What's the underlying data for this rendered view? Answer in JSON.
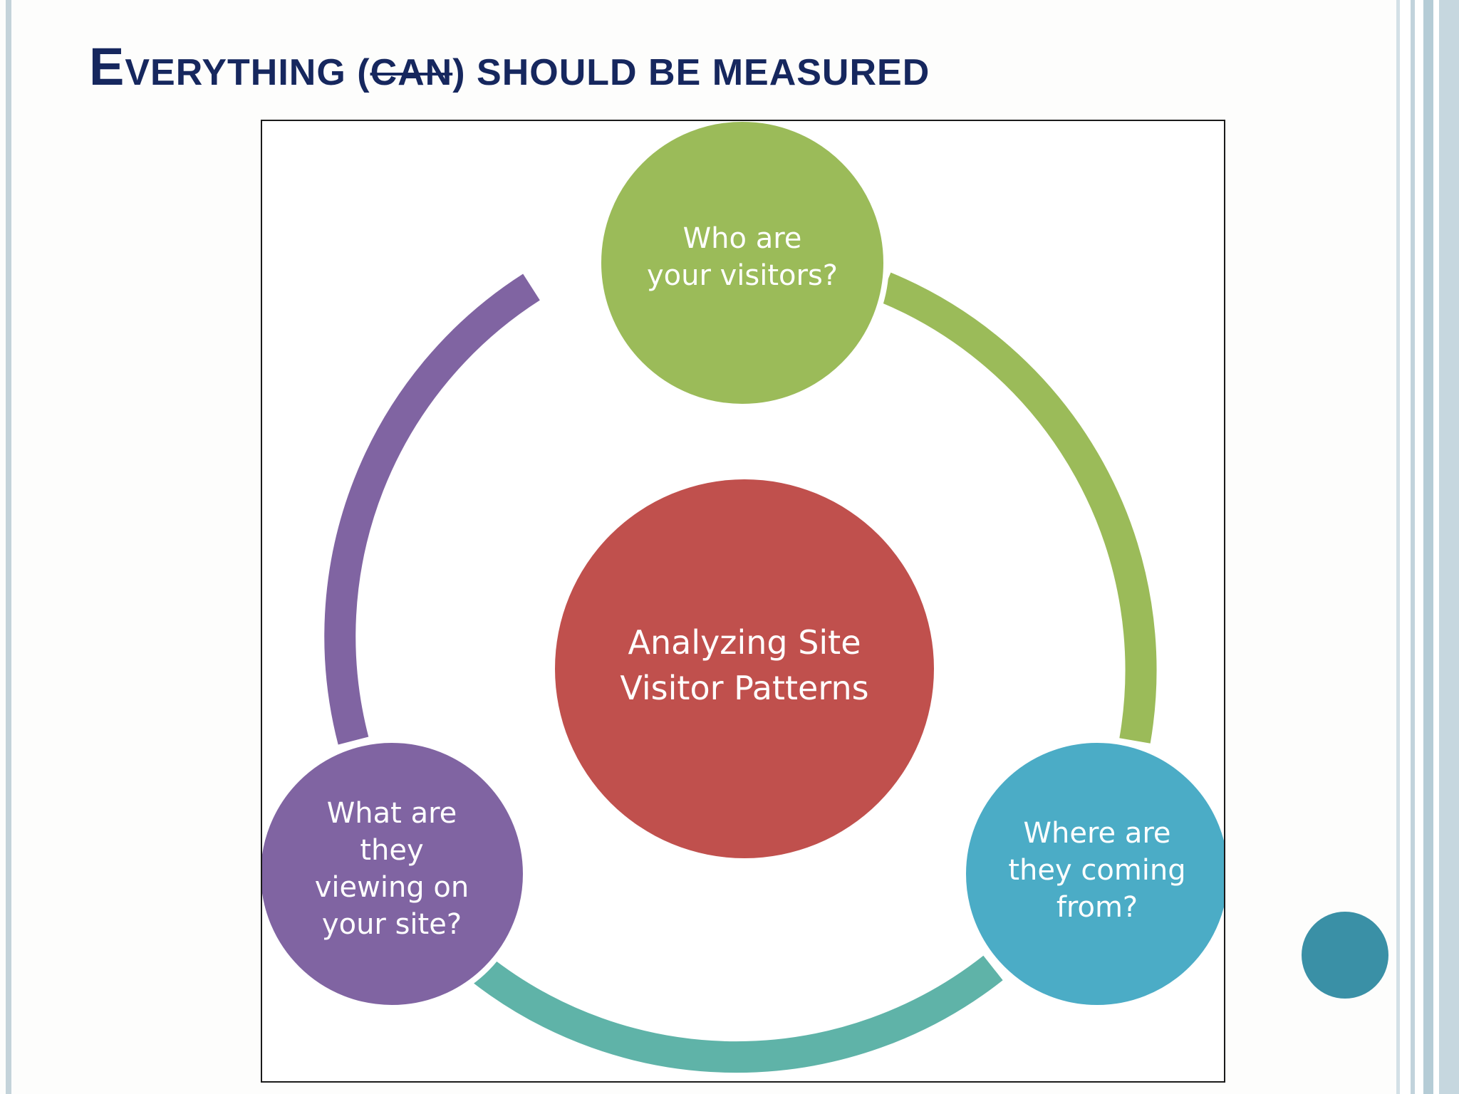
{
  "slide": {
    "title": {
      "first_letter": "E",
      "rest_of_first_word": "VERYTHING",
      "open_paren": " (",
      "struck_word": "CAN",
      "close_paren": ")",
      "remainder": " SHOULD BE MEASURED"
    }
  },
  "diagram": {
    "center": {
      "lines": [
        "Analyzing Site",
        "Visitor Patterns"
      ],
      "color": "#c0504d"
    },
    "nodes": [
      {
        "id": "top",
        "lines": [
          "Who are",
          "your visitors?"
        ],
        "color": "#9bbb59"
      },
      {
        "id": "bottom-right",
        "lines": [
          "Where are",
          "they coming",
          "from?"
        ],
        "color": "#4bacc6"
      },
      {
        "id": "bottom-left",
        "lines": [
          "What are",
          "they",
          "viewing on",
          "your site?"
        ],
        "color": "#8064a2"
      }
    ],
    "arc_colors": {
      "top_to_right": "#9bbb59",
      "right_to_left": "#5fb3a8",
      "left_to_top": "#8064a2"
    }
  },
  "colors": {
    "title_text": "#16275e",
    "slide_dot": "#3a90a6"
  }
}
